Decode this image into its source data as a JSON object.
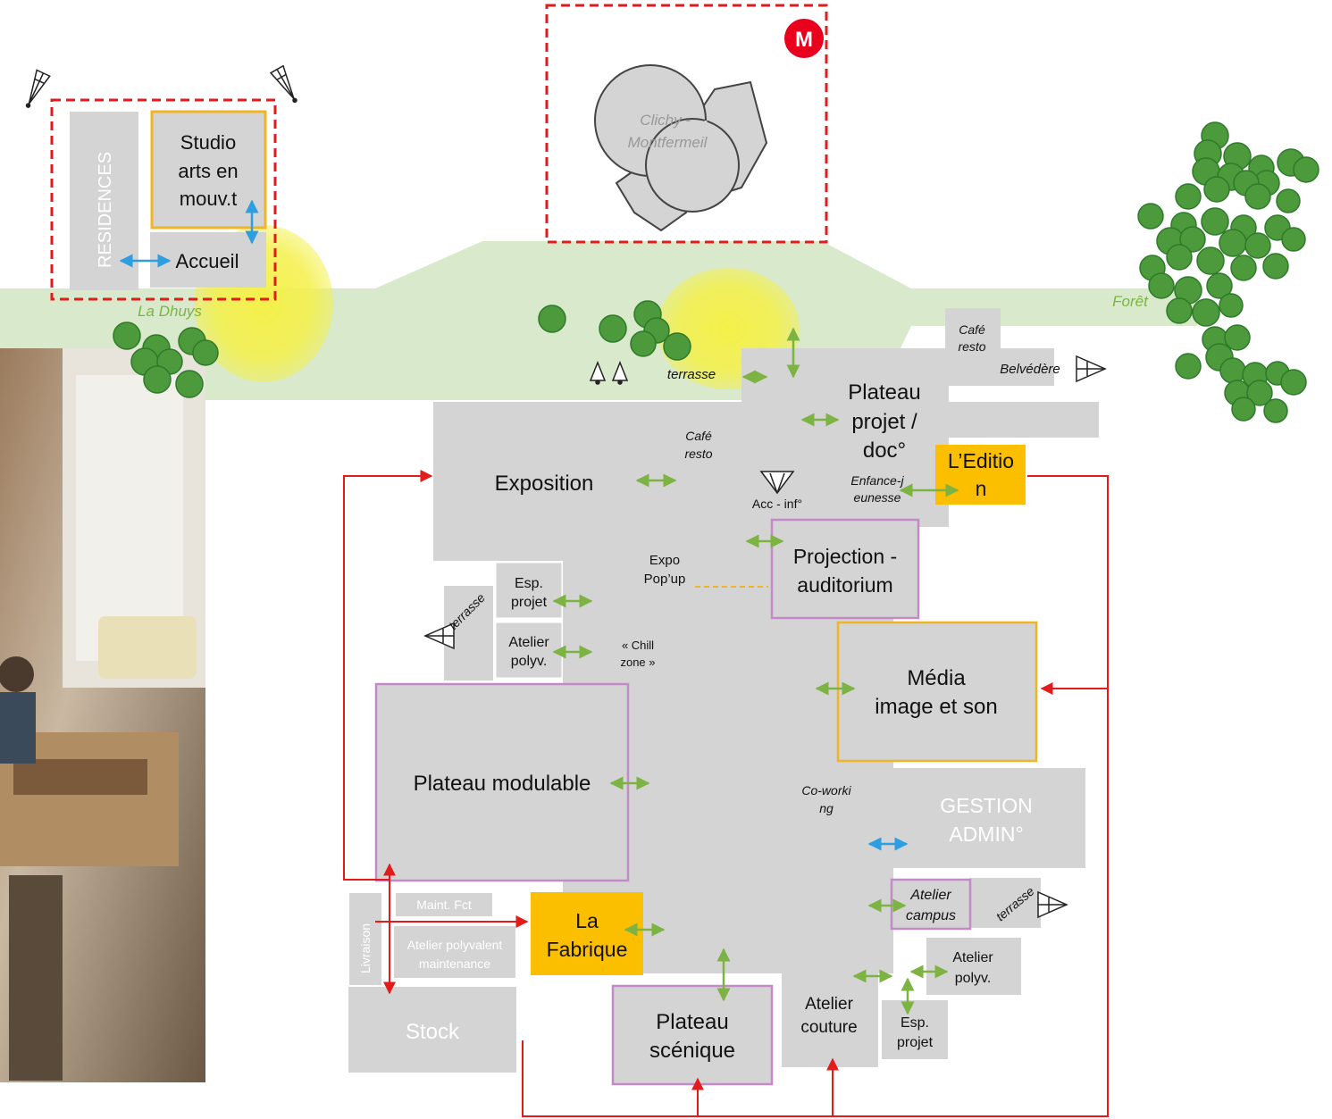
{
  "colors": {
    "room_grey": "#d4d4d4",
    "orange_fill": "#fbbf00",
    "orange_border": "#f0b429",
    "purple_border": "#c28ac8",
    "red_arrow": "#e31b1b",
    "green_arrow": "#7cb342",
    "blue_arrow": "#2d9ee0",
    "path_green": "#d8eacb",
    "glow_yellow": "#f4f04a",
    "tree_green": "#4c9a3b",
    "metro_red": "#e8001c"
  },
  "top": {
    "metro_badge": "M",
    "city_label": "Clichy - Montfermeil"
  },
  "landscape": {
    "river_label": "La Dhuys",
    "forest_label": "Forêt"
  },
  "left_block": {
    "residences": "RESIDENCES",
    "studio_line1": "Studio",
    "studio_line2": "arts en",
    "studio_line3": "mouv.t",
    "accueil": "Accueil"
  },
  "rooms": {
    "terrasse_top": "terrasse",
    "plateau_projet_1": "Plateau",
    "plateau_projet_2": "projet /",
    "plateau_projet_3": "doc°",
    "cafe_resto_top_1": "Café",
    "cafe_resto_top_2": "resto",
    "belvedere": "Belvédère",
    "exposition": "Exposition",
    "cafe_resto_mid_1": "Café",
    "cafe_resto_mid_2": "resto",
    "acc_inf": "Acc - inf°",
    "enfance_1": "Enfance-j",
    "enfance_2": "eunesse",
    "edition_1": "L’Editio",
    "edition_2": "n",
    "expo_popup_1": "Expo",
    "expo_popup_2": "Pop’up",
    "projection_1": "Projection -",
    "projection_2": "auditorium",
    "esp_projet_left_1": "Esp.",
    "esp_projet_left_2": "projet",
    "atelier_polyv_left_1": "Atelier",
    "atelier_polyv_left_2": "polyv.",
    "terrasse_left": "terrasse",
    "chill_1": "« Chill",
    "chill_2": "zone »",
    "media_1": "Média",
    "media_2": "image et son",
    "plateau_modulable": "Plateau modulable",
    "coworking_1": "Co-worki",
    "coworking_2": "ng",
    "gestion_1": "GESTION",
    "gestion_2": "ADMIN°",
    "atelier_campus_1": "Atelier",
    "atelier_campus_2": "campus",
    "terrasse_right": "terrasse",
    "livraison": "Livraison",
    "maint_fct": "Maint. Fct",
    "atelier_maint_1": "Atelier polyvalent",
    "atelier_maint_2": "maintenance",
    "fabrique_1": "La",
    "fabrique_2": "Fabrique",
    "atelier_polyv_right_1": "Atelier",
    "atelier_polyv_right_2": "polyv.",
    "stock": "Stock",
    "plateau_scenique_1": "Plateau",
    "plateau_scenique_2": "scénique",
    "atelier_couture_1": "Atelier",
    "atelier_couture_2": "couture",
    "esp_projet_right_1": "Esp.",
    "esp_projet_right_2": "projet"
  }
}
